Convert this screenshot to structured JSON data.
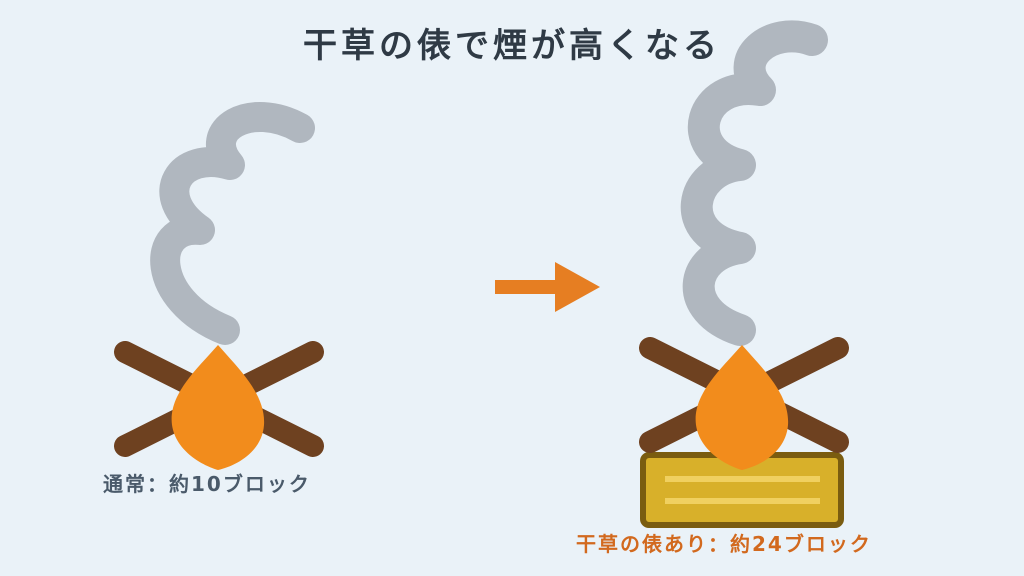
{
  "title": "干草の俵で煙が高くなる",
  "left_label": "通常：約10ブロック",
  "right_label": "干草の俵あり：約24ブロック",
  "colors": {
    "background": "#eaf2f8",
    "smoke": "#b0b7bf",
    "log": "#6e4120",
    "flame": "#f28c1c",
    "arrow": "#e67e22",
    "hay_fill": "#d8b02a",
    "hay_stripe": "#f0d060",
    "hay_border": "#7a5c10",
    "title_text": "#2f3a45",
    "left_label_text": "#4a5a6a",
    "right_label_text": "#d2691e"
  }
}
